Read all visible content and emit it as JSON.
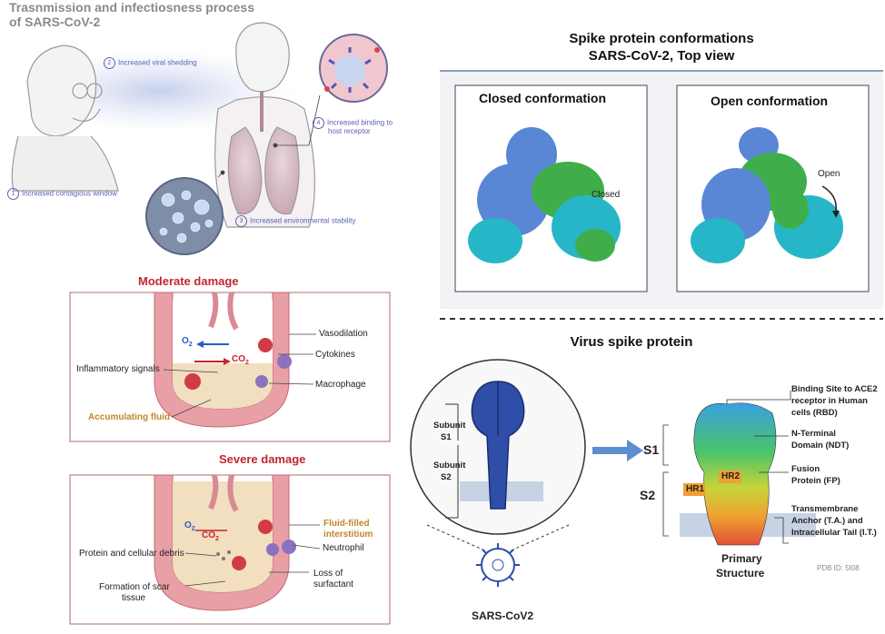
{
  "transmission": {
    "title_line1": "Trasnmission and infectiosness process",
    "title_line2": "of SARS-CoV-2",
    "steps": [
      {
        "num": "1",
        "label": "Increased contagious window"
      },
      {
        "num": "2",
        "label": "Increased viral shedding"
      },
      {
        "num": "3",
        "label": "Increased environmental stability"
      },
      {
        "num": "4",
        "label_line1": "Increased binding to",
        "label_line2": "host receptor"
      }
    ]
  },
  "moderate": {
    "title": "Moderate damage",
    "o2": "O",
    "o2_sub": "2",
    "co2": "CO",
    "co2_sub": "2",
    "labels": {
      "vasodilation": "Vasodilation",
      "cytokines": "Cytokines",
      "inflammatory": "Inflammatory signals",
      "macrophage": "Macrophage",
      "fluid": "Accumulating fluid"
    }
  },
  "severe": {
    "title": "Severe damage",
    "o2": "O",
    "o2_sub": "2",
    "co2": "CO",
    "co2_sub": "2",
    "labels": {
      "fluid_filled_1": "Fluid-filled",
      "fluid_filled_2": "interstitium",
      "neutrophil": "Neutrophil",
      "debris": "Protein and cellular debris",
      "surfactant_1": "Loss of",
      "surfactant_2": "surfactant",
      "scar_1": "Formation of scar",
      "scar_2": "tissue"
    }
  },
  "conformations": {
    "title_line1": "Spike protein conformations",
    "title_line2": "SARS-CoV-2, Top view",
    "closed_title": "Closed conformation",
    "closed_label": "Closed",
    "open_title": "Open conformation",
    "open_label": "Open"
  },
  "spike": {
    "title": "Virus spike protein",
    "subunit_s1_1": "Subunit",
    "subunit_s1_2": "S1",
    "subunit_s2_1": "Subunit",
    "subunit_s2_2": "S2",
    "virus_label": "SARS-CoV2",
    "s1": "S1",
    "s2": "S2",
    "hr1": "HR1",
    "hr2": "HR2",
    "rbd_1": "Binding Site to ACE2",
    "rbd_2": "receptor in Human",
    "rbd_3": "cells (RBD)",
    "ndt_1": "N-Terminal",
    "ndt_2": "Domain (NDT)",
    "fp_1": "Fusion",
    "fp_2": "Protein (FP)",
    "ta_1": "Transmembrane",
    "ta_2": "Anchor (T.A.) and",
    "ta_3": "Intracellular Tail (I.T.)",
    "primary_1": "Primary",
    "primary_2": "Structure",
    "pdb": "PDB ID: 5I08"
  },
  "colors": {
    "accent_red": "#c1272d",
    "accent_orange": "#c0872a",
    "accent_blue": "#5b63b4",
    "protein_blue": "#5a86d6",
    "protein_green": "#3fae4a",
    "protein_cyan": "#27b6c8"
  }
}
